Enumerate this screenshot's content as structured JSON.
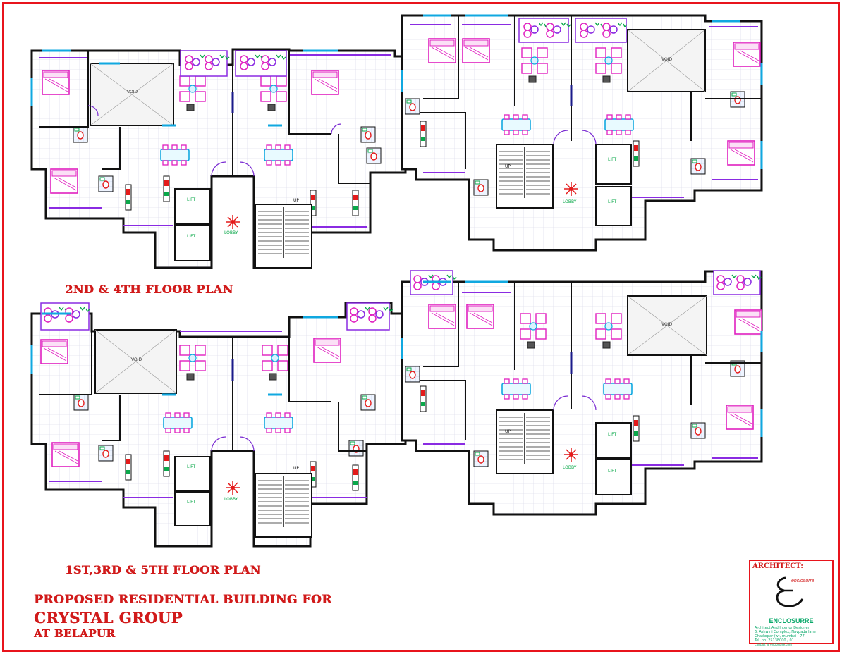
{
  "drawing": {
    "floor_plan_upper_title": "2ND & 4TH FLOOR PLAN",
    "floor_plan_lower_title": "1ST,3RD & 5TH FLOOR PLAN",
    "project_line1": "PROPOSED RESIDENTIAL BUILDING FOR",
    "project_line2": "CRYSTAL GROUP",
    "project_line3": "AT BELAPUR"
  },
  "room_labels": {
    "void": "VOID",
    "lift": "LIFT",
    "lobby": "LOBBY",
    "up": "UP"
  },
  "architect": {
    "heading": "ARCHITECT:",
    "firm": "ENCLOSURRE",
    "tag": "enclosurre",
    "lines": [
      "Architect And Interior Designer",
      "6, Ashwini Complex, Navpada lane",
      "Ghatkopar (w), mumbai - 77.",
      "Tel. no. 25138000 / 01",
      "Contact @ enclosurre.com"
    ]
  },
  "colors": {
    "border": "#e8141c",
    "title": "#d11a1a",
    "wall": "#111111",
    "furniture": "#e020c0",
    "fixture": "#10a8e0",
    "toilet_fixture": "#0aa84a",
    "balcony": "#8a2be2"
  }
}
